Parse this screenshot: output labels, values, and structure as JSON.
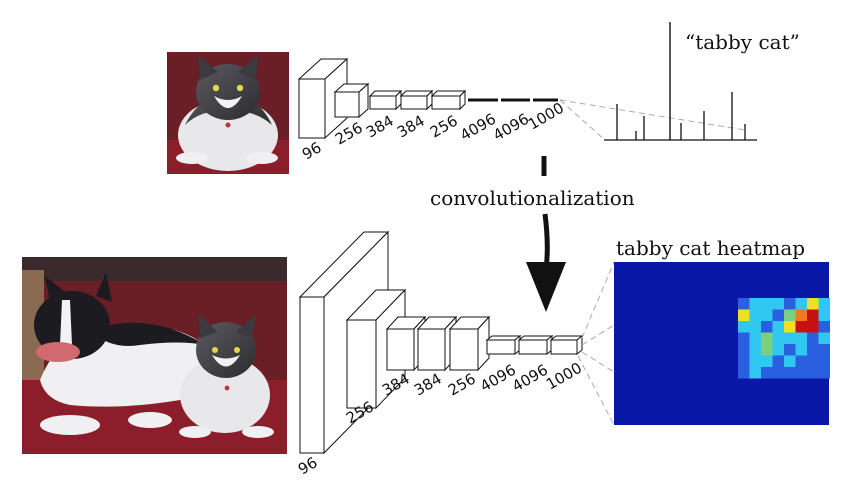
{
  "top": {
    "layers": [
      "96",
      "256",
      "384",
      "384",
      "256",
      "4096",
      "4096",
      "1000"
    ],
    "output_label": "“tabby cat”"
  },
  "middle": {
    "label": "convolutionalization"
  },
  "bottom": {
    "layers": [
      "96",
      "256",
      "384",
      "384",
      "256",
      "4096",
      "4096",
      "1000"
    ],
    "heatmap_title": "tabby cat heatmap"
  },
  "colors": {
    "heatmap_background": "#0a18a8",
    "heatmap_hot": "#c81010",
    "heatmap_warm": "#f0e020",
    "heatmap_mid": "#30c8f0"
  }
}
